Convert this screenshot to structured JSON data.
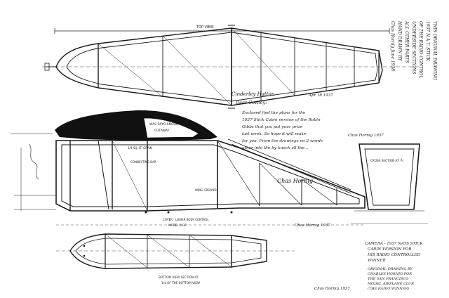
{
  "drawing": {
    "fuselage_top_label": "TOP VIEW",
    "letter_lines": [
      "Cinderley Hatton",
      "Dear Cowley:",
      "Enclosed find the plans for the",
      "1937 Stick Cabin version of the Robin",
      "Gibbs that you put your prize",
      "last week. So hope it will make",
      "for you. From the drawings no 2 words",
      "other into the by knock all the..."
    ],
    "letter_signature": "Chas Hornig",
    "letter_date": "Apr 18 1937",
    "side_notes": [
      "THIS ORIGINAL DRAWING",
      "1937 N.A.T. STICK",
      "OF THE RADIO CONTROL",
      "UNDERSIDE SECTIONS",
      "ALL OTHER PARTS",
      "HAND DRAWN BY",
      "Chas Hornig  June 1938"
    ],
    "cabin_labels": [
      "WAS SKYCHINOOK",
      "CUTAWAY"
    ],
    "mid_labels": [
      "1/4 SQ. LT. GRAIN",
      "CONNECTING BAR",
      "WING GROUND"
    ],
    "bottom_left_labels": [
      "COVER - LOWER BODY CONTROL",
      "MODEL 1937"
    ],
    "bottom_center_labels": [
      "BOTTOM VIEW  SECTION AT",
      "1/4 OF THE BOTTOM VIEW"
    ],
    "right_box_label": "CROSS SECTION AT 'A'",
    "lower_right_block": [
      "CAMERA - 1937 NATS STICK",
      "CABIN VERSION FOR",
      "HIS RADIO CONTROLLED",
      "WINNER"
    ],
    "credit_block": [
      "ORIGINAL DRAWING BY",
      "CHARLES HORNIG FOR",
      "THE SAN FRANCISCO",
      "MODEL AIRPLANE CLUB",
      "(THE RADIO WINNER)"
    ],
    "signatures": [
      "Chas Hornig 1937",
      "Chas Hornig 1937",
      "Chas Hornig 1937"
    ]
  }
}
